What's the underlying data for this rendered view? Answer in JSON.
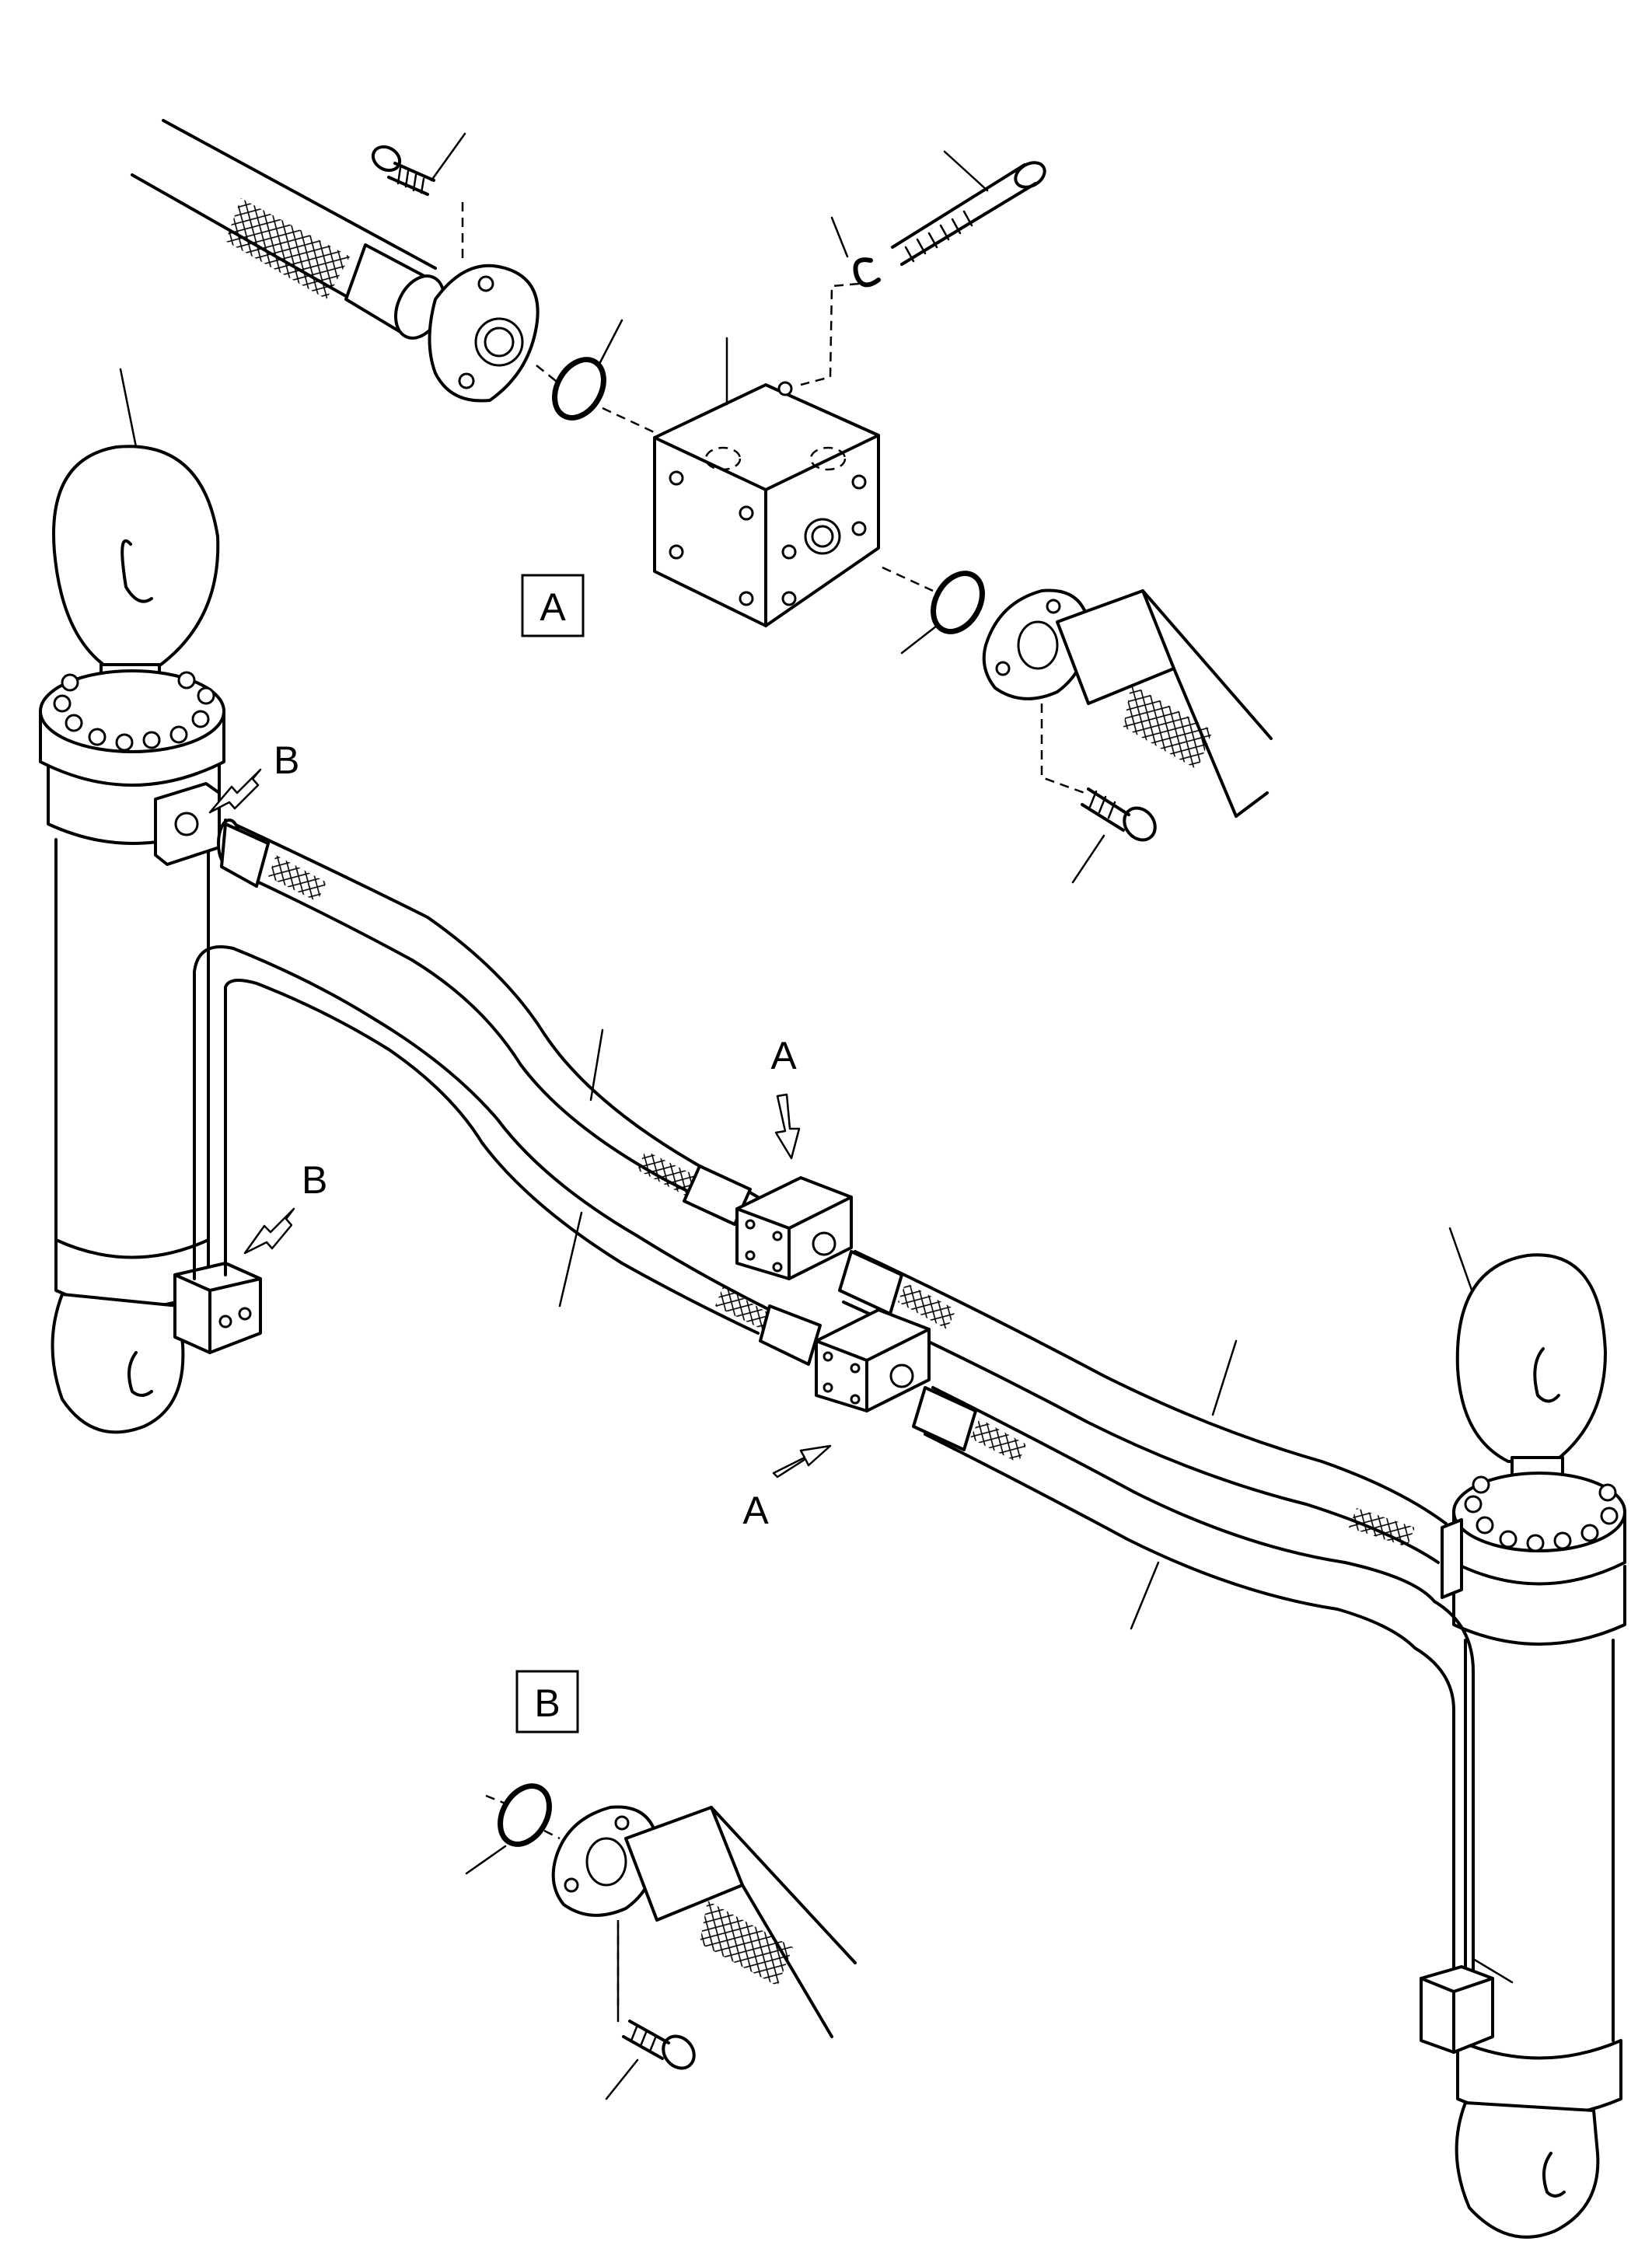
{
  "callouts": {
    "detail_a_box": "A",
    "detail_b_box": "B",
    "arrow_b_upper": "B",
    "arrow_b_lower": "B",
    "arrow_a_upper": "A",
    "arrow_a_lower": "A"
  }
}
